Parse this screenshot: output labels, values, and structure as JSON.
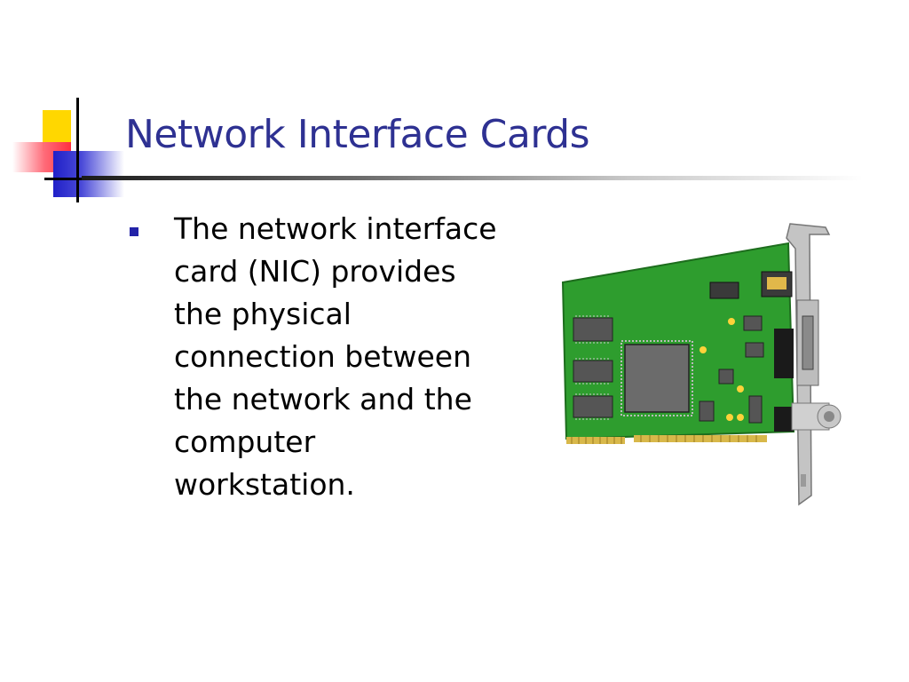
{
  "slide": {
    "title": "Network Interface Cards",
    "bullets": [
      "The network interface card (NIC) provides the physical connection between the network and the computer workstation."
    ]
  },
  "colors": {
    "title": "#2e3192",
    "bullet": "#2323a8",
    "board": "#2e9d2e",
    "accent_yellow": "#ffd700",
    "accent_red": "#ff2f40",
    "accent_blue": "#2020c8"
  },
  "icons": [
    "network-card-illustration",
    "square-bullet-icon"
  ]
}
